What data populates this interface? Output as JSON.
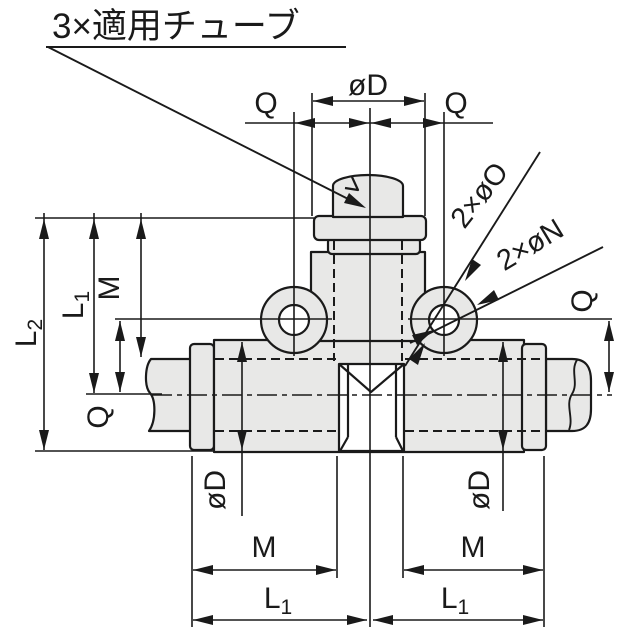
{
  "drawing": {
    "note_label": "3×適用チューブ",
    "labels": {
      "q": "Q",
      "dia_d": "øD",
      "m": "M",
      "l": "L",
      "sub_1": "1",
      "sub_2": "2",
      "holes_outer": "2×øO",
      "holes_inner": "2×øN"
    },
    "colors": {
      "line": "#1a1a1a",
      "body_fill": "#e8e8e7",
      "hole_fill": "#ffffff",
      "background": "#ffffff"
    }
  }
}
